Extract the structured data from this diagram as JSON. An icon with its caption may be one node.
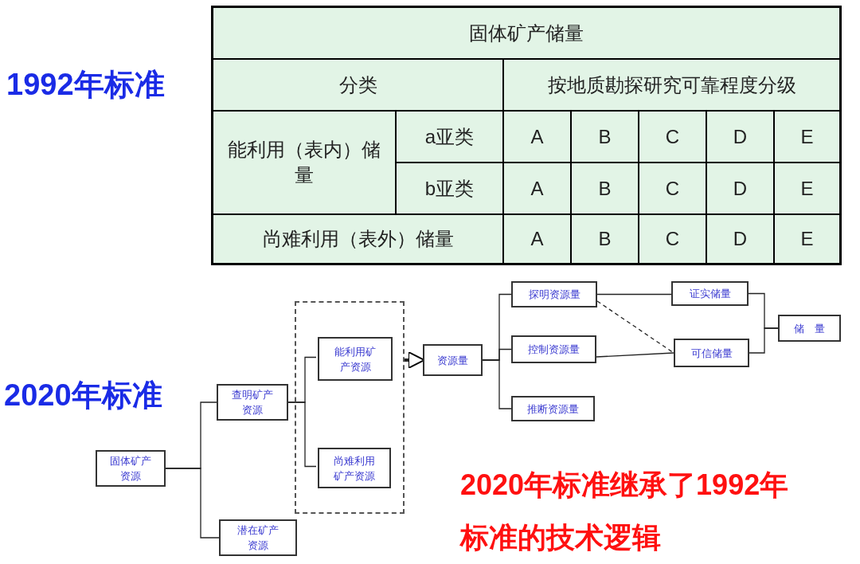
{
  "diagram": {
    "nodes": [
      {
        "text": [
          "固体矿产资源"
        ]
      },
      {
        "text": [
          "查明矿产资源"
        ]
      },
      {
        "text": [
          "潜在矿产资源"
        ]
      },
      {
        "text": [],
        "shape": "box"
      },
      {
        "text": [
          "能利用矿产资源"
        ],
        "in": 3
      },
      {
        "text": [
          "尚难利用矿产资源"
        ],
        "in": 3
      },
      {
        "text": [
          "资源量"
        ]
      },
      {
        "text": [
          "探明资源量"
        ]
      },
      {
        "text": [
          "控制资源量"
        ]
      },
      {
        "text": [
          "推断资源量"
        ]
      },
      {
        "text": [
          "证实储量"
        ]
      },
      {
        "text": [
          "可信储量"
        ]
      },
      {
        "text": [
          "储　量"
        ]
      }
    ],
    "edges": [
      {
        "from": 0,
        "to": 1,
        "arrow": "none"
      },
      {
        "from": 0,
        "to": 2,
        "arrow": "none"
      },
      {
        "from": 1,
        "to": 4,
        "arrow": "none"
      },
      {
        "from": 1,
        "to": 5,
        "arrow": "none"
      },
      {
        "from": 3,
        "to": 6,
        "arrow": "to",
        "style": "thick"
      },
      {
        "from": 6,
        "to": 7,
        "arrow": "none"
      },
      {
        "from": 6,
        "to": 8,
        "arrow": "none"
      },
      {
        "from": 6,
        "to": 9,
        "arrow": "none"
      },
      {
        "from": 7,
        "to": 10,
        "arrow": "none"
      },
      {
        "from": 7,
        "to": 11,
        "arrow": "none",
        "style": "dashed"
      },
      {
        "from": 8,
        "to": 11,
        "arrow": "none"
      },
      {
        "from": 10,
        "to": 12,
        "arrow": "none"
      },
      {
        "from": 11,
        "to": 12,
        "arrow": "none"
      }
    ],
    "labels": [
      "1992年标准",
      "固体矿产储量",
      "分类",
      "按地质勘探研究可靠程度分级",
      "能利用（表内）储量",
      "a亚类",
      "A",
      "B",
      "C",
      "D",
      "E",
      "b亚类",
      "A",
      "B",
      "C",
      "D",
      "E",
      "尚难利用（表外）储量",
      "A",
      "B",
      "C",
      "D",
      "E",
      "2020年标准",
      "2020年标准继承了1992年标准的技术逻辑"
    ]
  }
}
